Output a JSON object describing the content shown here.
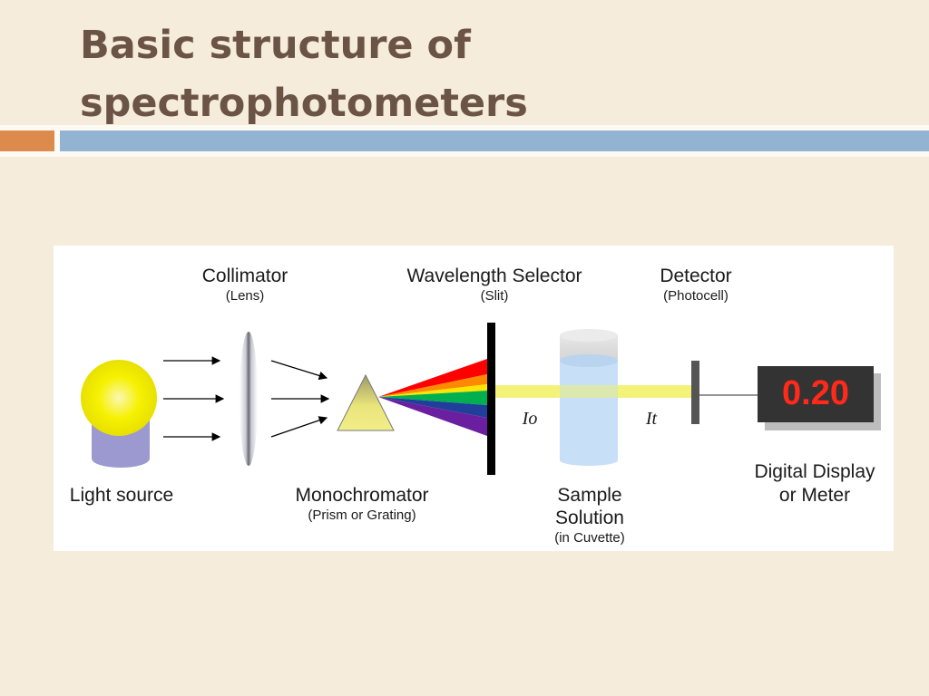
{
  "slide": {
    "title_line1": "Basic structure of",
    "title_line2": "spectrophotometers"
  },
  "diagram": {
    "collimator": {
      "label": "Collimator",
      "sub": "(Lens)"
    },
    "wavelength_selector": {
      "label": "Wavelength Selector",
      "sub": "(Slit)"
    },
    "detector": {
      "label": "Detector",
      "sub": "(Photocell)"
    },
    "light_source": {
      "label": "Light source"
    },
    "monochromator": {
      "label": "Monochromator",
      "sub": "(Prism or Grating)"
    },
    "sample": {
      "label_line1": "Sample",
      "label_line2": "Solution",
      "sub": "(in Cuvette)"
    },
    "display": {
      "label_line1": "Digital Display",
      "label_line2": "or Meter",
      "reading": "0.20"
    },
    "intensity_incident": "Io",
    "intensity_transmitted": "It"
  },
  "colors": {
    "background": "#f5ecdb",
    "title": "#6b5446",
    "accent_orange": "#dd8b4c",
    "accent_blue": "#93b3d2",
    "bulb": "#f6f100",
    "bulb_base": "#9b99cf",
    "cuvette": "#c5def7",
    "beam": "#f3f37a",
    "display_bg": "#333333",
    "display_text": "#ff2a1a"
  },
  "icons": [
    "light-bulb-icon",
    "lens-icon",
    "prism-icon",
    "slit-icon",
    "cuvette-icon",
    "photocell-icon",
    "digital-display-icon"
  ]
}
